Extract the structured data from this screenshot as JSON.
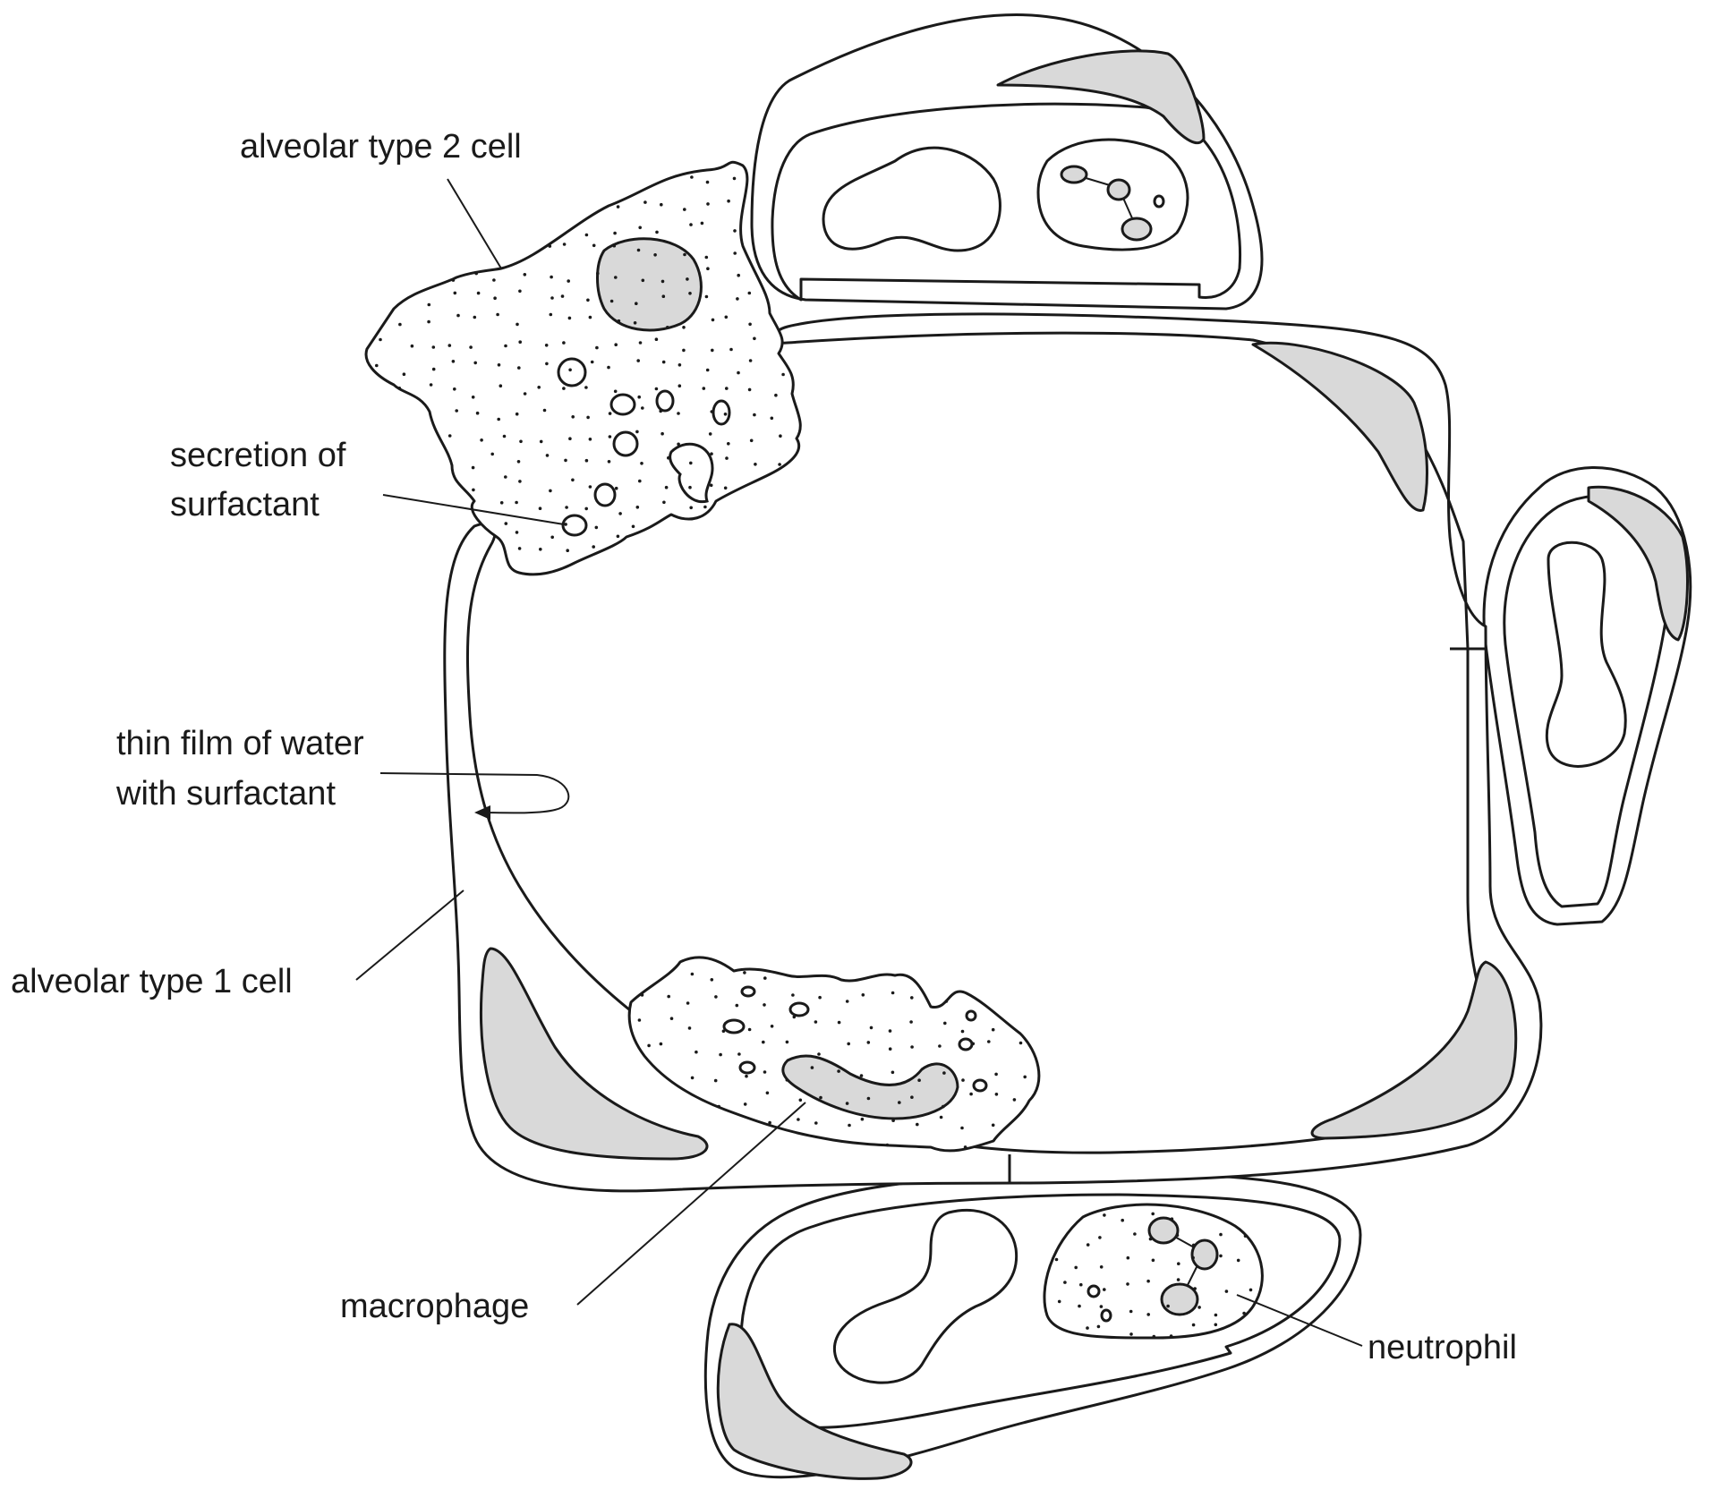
{
  "labels": {
    "type2_cell": "alveolar type 2 cell",
    "surfactant_line1": "secretion of",
    "surfactant_line2": "surfactant",
    "water_line1": "thin film of water",
    "water_line2": "with surfactant",
    "type1_cell": "alveolar type 1 cell",
    "macrophage": "macrophage",
    "neutrophil": "neutrophil"
  },
  "colors": {
    "outline": "#1a1a1a",
    "nucleus_fill": "#d9d9d9",
    "background": "#ffffff"
  }
}
